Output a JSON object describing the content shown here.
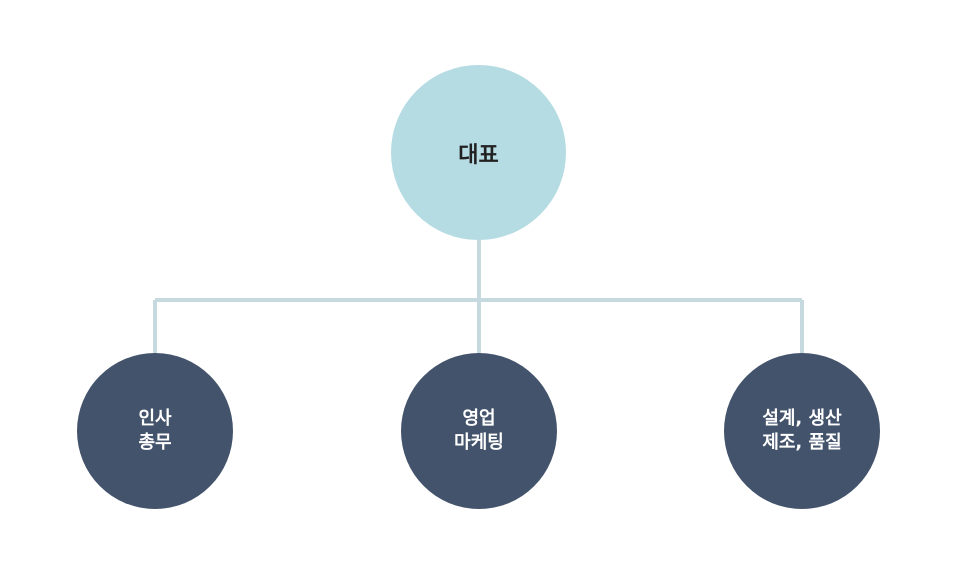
{
  "org_chart": {
    "root": {
      "label": "대표",
      "color": "#b5dbe3"
    },
    "children": [
      {
        "lines": [
          "인사",
          "총무"
        ]
      },
      {
        "lines": [
          "영업",
          "마케팅"
        ]
      },
      {
        "lines": [
          "설계, 생산",
          "제조, 품질"
        ]
      }
    ],
    "child_color": "#43536b",
    "connector_color": "#c5d9df"
  }
}
